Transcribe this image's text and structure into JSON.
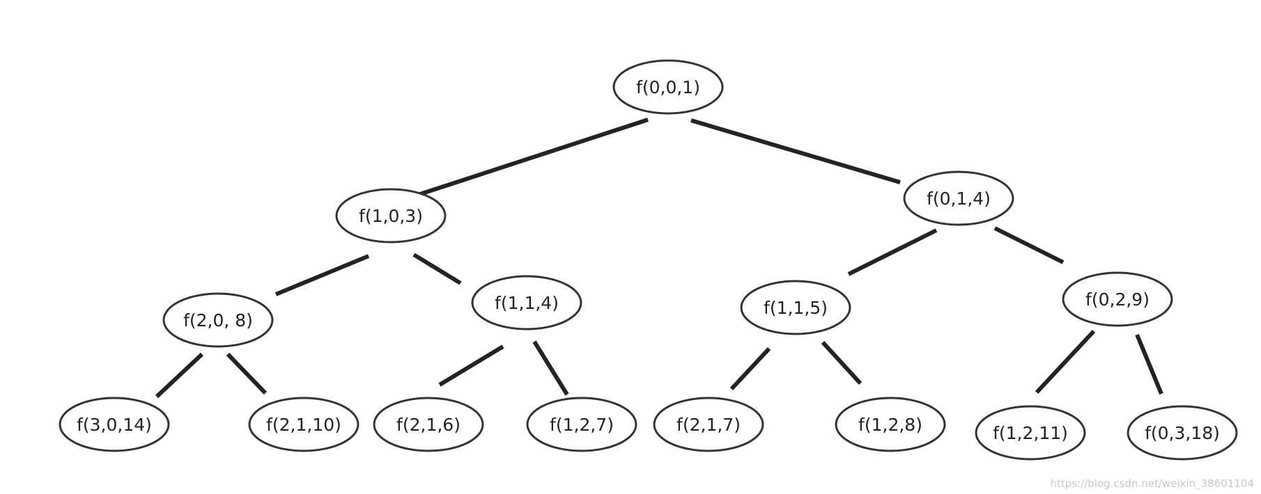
{
  "tree": {
    "nodes": [
      {
        "id": "n0",
        "label": "f(0,0,1)"
      },
      {
        "id": "n1",
        "label": "f(1,0,3)"
      },
      {
        "id": "n2",
        "label": "f(0,1,4)"
      },
      {
        "id": "n3",
        "label": "f(2,0, 8)"
      },
      {
        "id": "n4",
        "label": "f(1,1,4)"
      },
      {
        "id": "n5",
        "label": "f(1,1,5)"
      },
      {
        "id": "n6",
        "label": "f(0,2,9)"
      },
      {
        "id": "n7",
        "label": "f(3,0,14)"
      },
      {
        "id": "n8",
        "label": "f(2,1,10)"
      },
      {
        "id": "n9",
        "label": "f(2,1,6)"
      },
      {
        "id": "n10",
        "label": "f(1,2,7)"
      },
      {
        "id": "n11",
        "label": "f(2,1,7)"
      },
      {
        "id": "n12",
        "label": "f(1,2,8)"
      },
      {
        "id": "n13",
        "label": "f(1,2,11)"
      },
      {
        "id": "n14",
        "label": "f(0,3,18)"
      }
    ],
    "edges": [
      {
        "from": "n0",
        "to": "n1"
      },
      {
        "from": "n0",
        "to": "n2"
      },
      {
        "from": "n1",
        "to": "n3"
      },
      {
        "from": "n1",
        "to": "n4"
      },
      {
        "from": "n2",
        "to": "n5"
      },
      {
        "from": "n2",
        "to": "n6"
      },
      {
        "from": "n3",
        "to": "n7"
      },
      {
        "from": "n3",
        "to": "n8"
      },
      {
        "from": "n4",
        "to": "n9"
      },
      {
        "from": "n4",
        "to": "n10"
      },
      {
        "from": "n5",
        "to": "n11"
      },
      {
        "from": "n5",
        "to": "n12"
      },
      {
        "from": "n6",
        "to": "n13"
      },
      {
        "from": "n6",
        "to": "n14"
      }
    ]
  },
  "watermark": "https://blog.csdn.net/weixin_38601104"
}
